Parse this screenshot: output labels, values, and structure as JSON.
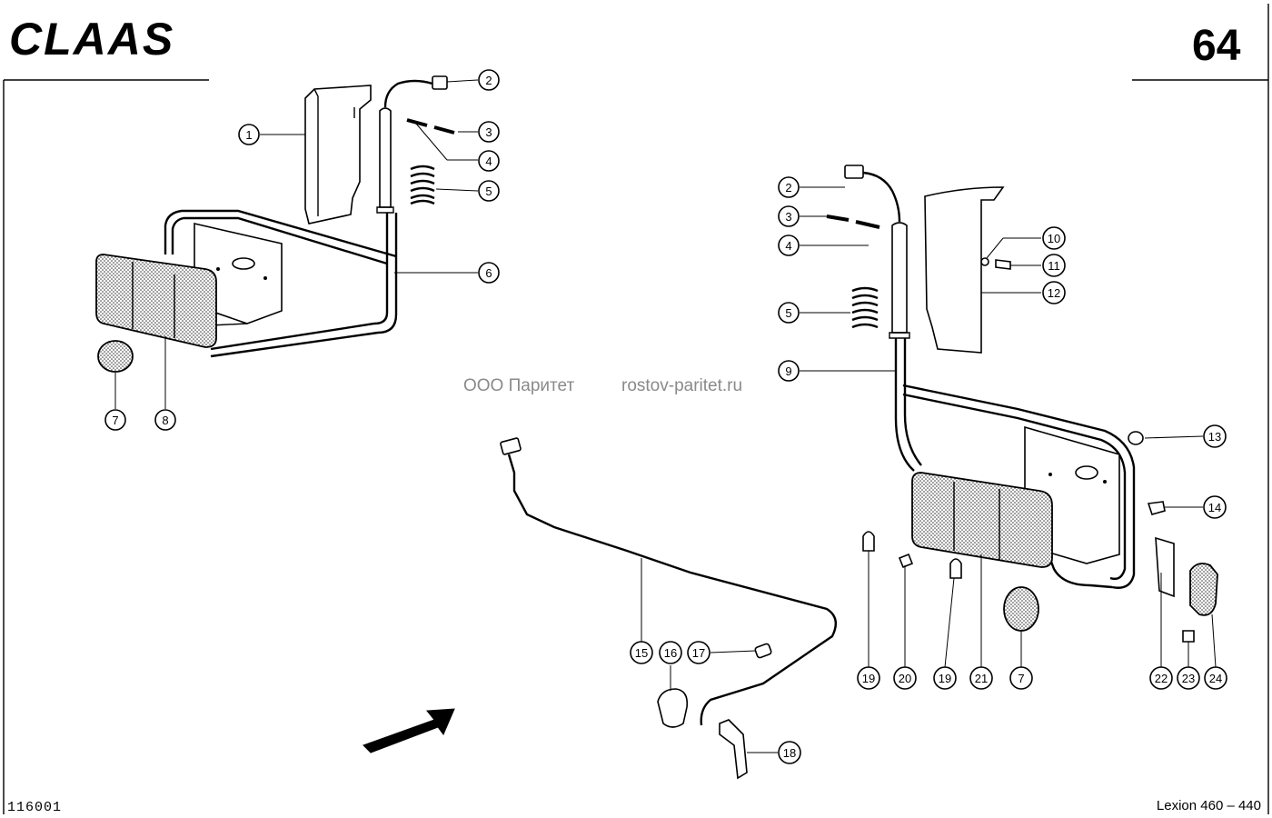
{
  "header": {
    "brand": "CLAAS",
    "page_number": "64"
  },
  "watermark": {
    "company": "ООО Паритет",
    "site": "rostov-paritet.ru"
  },
  "footer": {
    "drawing_code": "116001",
    "model": "Lexion 460 – 440"
  },
  "callouts": {
    "left": [
      "1",
      "2",
      "3",
      "4",
      "5",
      "6",
      "7",
      "8"
    ],
    "right": [
      "2",
      "3",
      "4",
      "5",
      "9",
      "10",
      "11",
      "12",
      "13",
      "14"
    ],
    "bottom": [
      "15",
      "16",
      "17",
      "18",
      "19",
      "20",
      "19",
      "21",
      "7",
      "22",
      "23",
      "24"
    ]
  }
}
